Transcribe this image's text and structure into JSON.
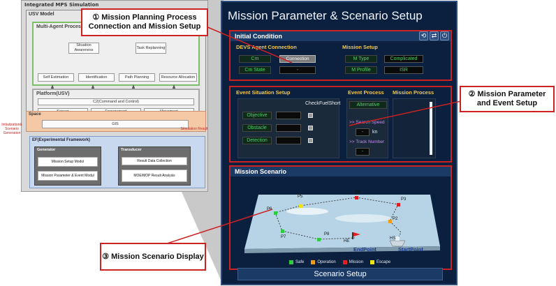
{
  "arch": {
    "title": "Integrated MPS Simulation",
    "usv_label": "USV Model",
    "map_label": "Multi-Agent Process",
    "map_boxes": [
      "Situation Awareness",
      "Task Replanning",
      "Self Estimation",
      "Identification",
      "Path Planning",
      "Resource Allocation"
    ],
    "platform_label": "Platform(USV)",
    "c2_label": "C2(Command and Control)",
    "platform_boxes": [
      "Sensor",
      "Engagement",
      "Movement"
    ],
    "space_label": "Space",
    "gis_label": "GIS",
    "left_note": "Initialization& Scenario Generation",
    "right_note": "Simulation Result",
    "ef_label": "EF(Experimental Framework)",
    "generator_label": "Generator",
    "generator_items": [
      "Mission Setup Modul",
      "Mission Parameter & Event Modul"
    ],
    "transducer_label": "Transducer",
    "transducer_items": [
      "Result Data Collection",
      "MOE/MOP Result Analysis"
    ]
  },
  "panel": {
    "title": "Mission Parameter & Scenario Setup",
    "initial_condition": {
      "header": "Initial Condition",
      "devs_label": "DEVS Agent Connection",
      "cm_label": "Cm",
      "connection_button": "Connection",
      "cm_state_label": "Cm State",
      "cm_state_value": "-",
      "mission_setup_label": "Mission Setup",
      "m_type_label": "M Type",
      "m_type_value": "Complicated",
      "m_profile_label": "M Profile",
      "m_profile_value": "ISR",
      "icons": [
        "refresh-icon",
        "sync-icon",
        "power-icon"
      ]
    },
    "event": {
      "header": "Event Situation Setup",
      "check_label": "Check",
      "fuelshort_label": "FuelShort",
      "rows": [
        "Objective",
        "Obstacle",
        "Detection"
      ],
      "event_process_label": "Event Process",
      "alternative_label": "Alternative",
      "search_speed_label": ">> Search Speed",
      "search_speed_value": "-",
      "search_speed_unit": "kn",
      "track_number_label": ">> Track Number",
      "track_number_value": "-",
      "mission_process_label": "Mission Process"
    },
    "scenario": {
      "header": "Mission Scenario",
      "waypoints": [
        "P5",
        "P4",
        "P3",
        "P6",
        "P2",
        "P7",
        "P8",
        "HE",
        "HS"
      ],
      "end_point_label": "EndPoint",
      "start_point_label": "StartPoint",
      "legend": [
        {
          "label": "Safe",
          "color": "#2ecc40"
        },
        {
          "label": "Operation",
          "color": "#f39c12"
        },
        {
          "label": "Mission",
          "color": "#e02020"
        },
        {
          "label": "Escape",
          "color": "#f1e40f"
        }
      ],
      "setup_button": "Scenario Setup"
    }
  },
  "callouts": {
    "c1": "① Mission Planning Process Connection and Mission Setup",
    "c2": "② Mission Parameter and Event Setup",
    "c3": "③ Mission Scenario Display"
  }
}
